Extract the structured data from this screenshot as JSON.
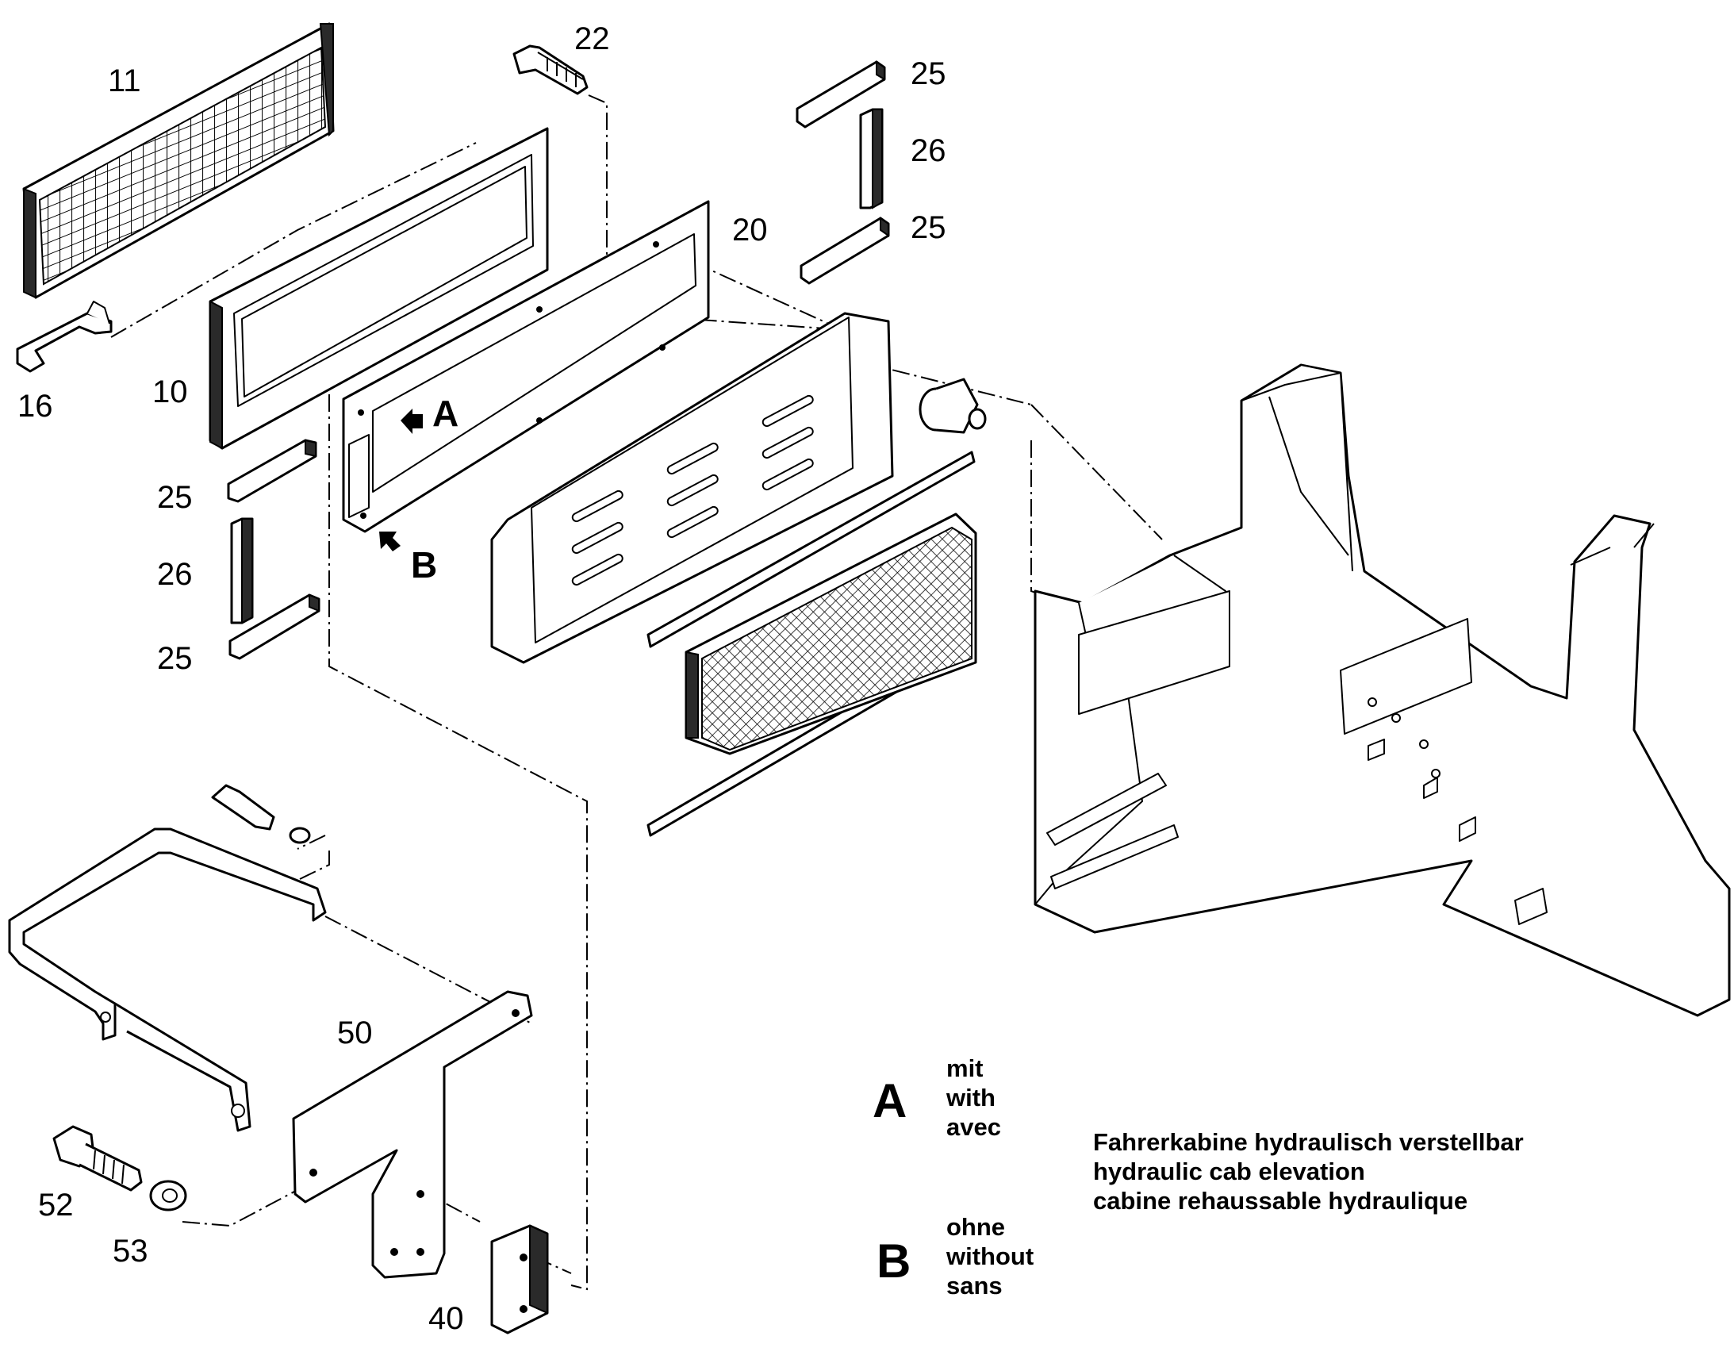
{
  "callouts": {
    "p11": "11",
    "p22": "22",
    "p25_top": "25",
    "p26_top": "26",
    "p25_top2": "25",
    "p20": "20",
    "p16": "16",
    "p10": "10",
    "p25_left": "25",
    "p26_left": "26",
    "p25_left2": "25",
    "p50": "50",
    "p52": "52",
    "p53": "53",
    "p40": "40"
  },
  "markers": {
    "a": "A",
    "b": "B"
  },
  "legend": {
    "a": {
      "letter": "A",
      "lines": [
        "mit",
        "with",
        "avec"
      ]
    },
    "b": {
      "letter": "B",
      "lines": [
        "ohne",
        "without",
        "sans"
      ]
    }
  },
  "caption": {
    "lines": [
      "Fahrerkabine hydraulisch verstellbar",
      "hydraulic cab elevation",
      "cabine rehaussable hydraulique"
    ]
  },
  "colors": {
    "line": "#000000",
    "background": "#ffffff",
    "shade": "#2a2a2a"
  }
}
